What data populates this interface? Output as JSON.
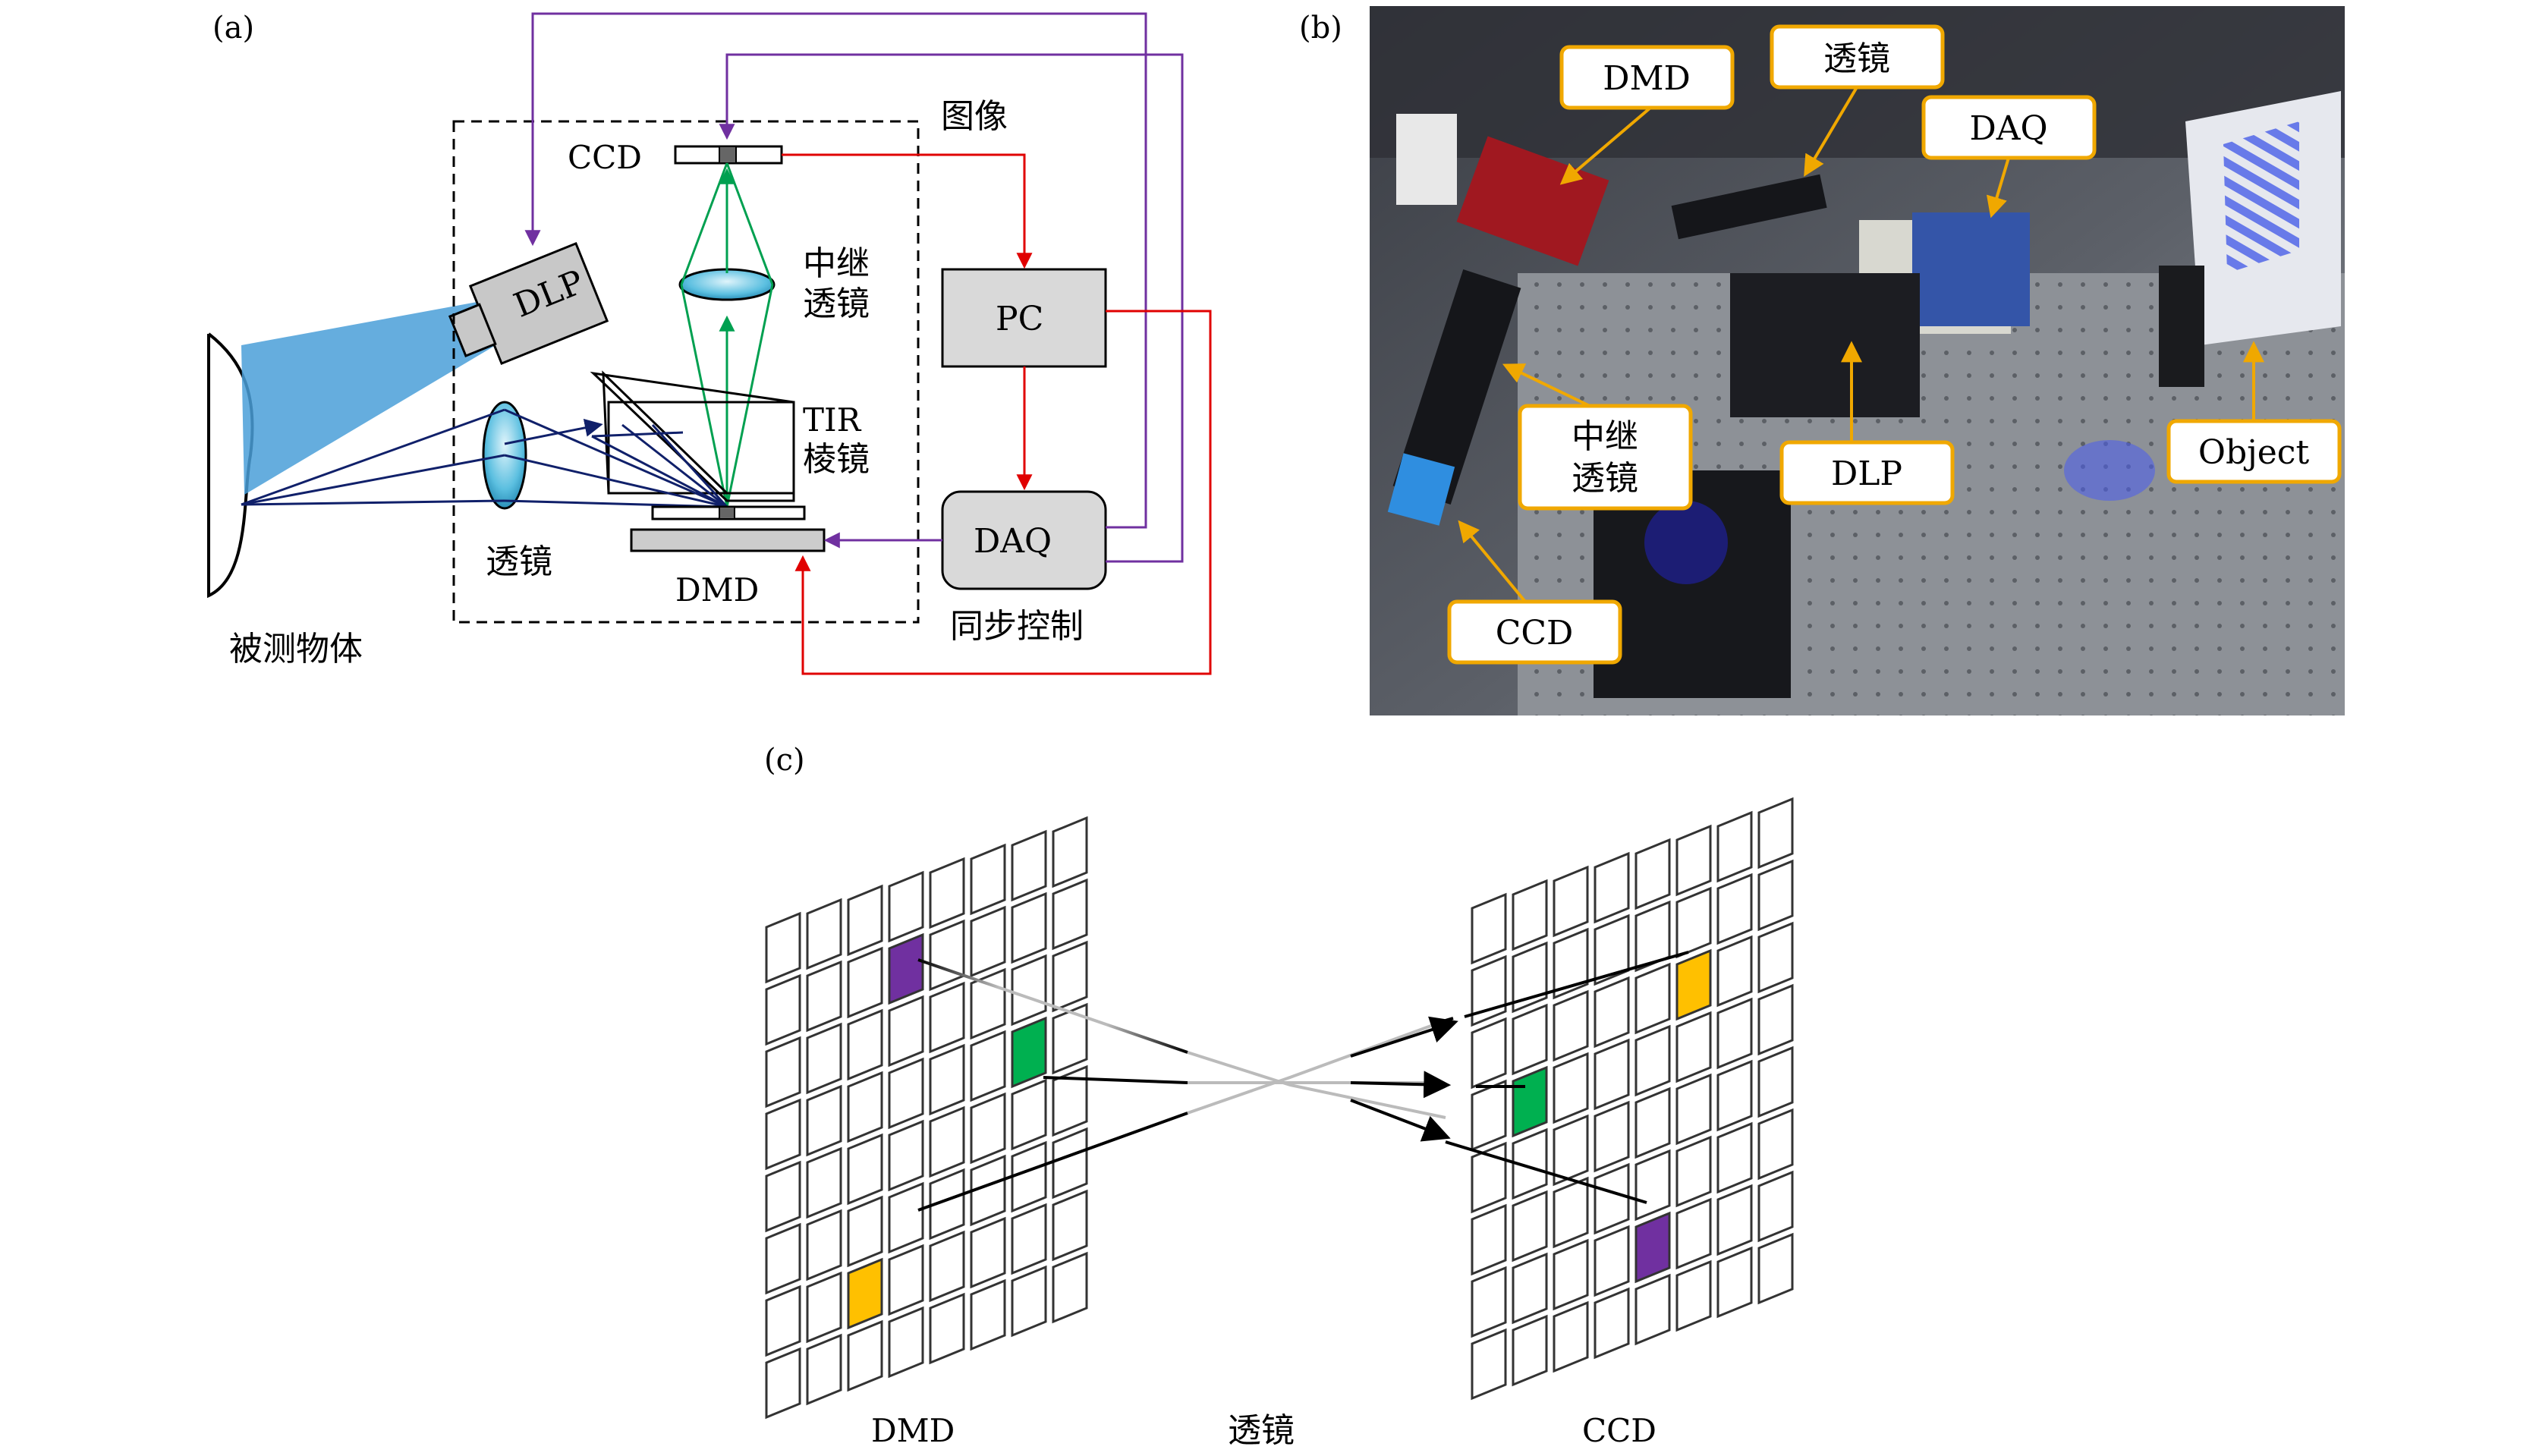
{
  "panels": {
    "a": {
      "label": "(a)",
      "object": "被测物体",
      "dlp": "DLP",
      "ccd": "CCD",
      "image_label": "图像",
      "relay_lens_line1": "中继",
      "relay_lens_line2": "透镜",
      "tir_line1": "TIR",
      "tir_line2": "棱镜",
      "lens": "透镜",
      "dmd": "DMD",
      "pc": "PC",
      "daq": "DAQ",
      "sync": "同步控制"
    },
    "b": {
      "label": "(b)",
      "callouts": {
        "dmd": "DMD",
        "lens": "透镜",
        "daq": "DAQ",
        "relay_line1": "中继",
        "relay_line2": "透镜",
        "dlp": "DLP",
        "object": "Object",
        "ccd": "CCD"
      }
    },
    "c": {
      "label": "(c)",
      "dmd": "DMD",
      "lens": "透镜",
      "ccd": "CCD"
    }
  },
  "colors": {
    "purple": "#7030a0",
    "green": "#00b050",
    "yellow": "#ffc000",
    "red": "#e00000",
    "blue_beam": "#4a9fd8",
    "callout_orange": "#f0a800"
  }
}
